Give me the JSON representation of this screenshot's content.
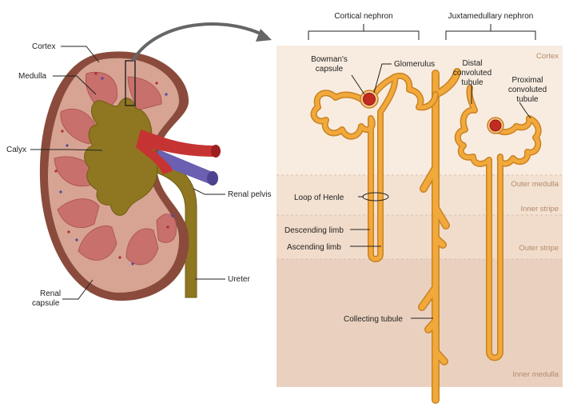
{
  "kidney_labels": {
    "cortex": "Cortex",
    "medulla": "Medulla",
    "calyx": "Calyx",
    "renal_pelvis": "Renal pelvis",
    "ureter": "Ureter",
    "renal_capsule_1": "Renal",
    "renal_capsule_2": "capsule"
  },
  "nephron_headers": {
    "cortical": "Cortical nephron",
    "juxtamedullary": "Juxtamedullary nephron"
  },
  "zones": {
    "cortex": "Cortex",
    "outer_medulla": "Outer medulla",
    "inner_stripe": "Inner stripe",
    "outer_stripe": "Outer stripe",
    "inner_medulla": "Inner medulla"
  },
  "nephron_labels": {
    "bowmans_1": "Bowman's",
    "bowmans_2": "capsule",
    "glomerulus": "Glomerulus",
    "distal_1": "Distal",
    "distal_2": "convoluted",
    "distal_3": "tubule",
    "proximal_1": "Proximal",
    "proximal_2": "convoluted",
    "proximal_3": "tubule",
    "loop_of_henle": "Loop of Henle",
    "descending_limb": "Descending limb",
    "ascending_limb": "Ascending limb",
    "collecting_tubule": "Collecting tubule"
  },
  "colors": {
    "tubule": "#f2a93b",
    "tubule_outline": "#c98223",
    "glomerulus": "#c22b20",
    "cortex_zone": "#f8ece0",
    "medulla_zone": "#f1dccb",
    "inner_medulla_zone": "#ead1bf",
    "kidney_capsule": "#8a4b3c",
    "kidney_cortex": "#d7a392",
    "pyramid": "#c8706b",
    "pelvis": "#8e7720",
    "artery": "#c63333",
    "vein": "#6a5fb0"
  }
}
